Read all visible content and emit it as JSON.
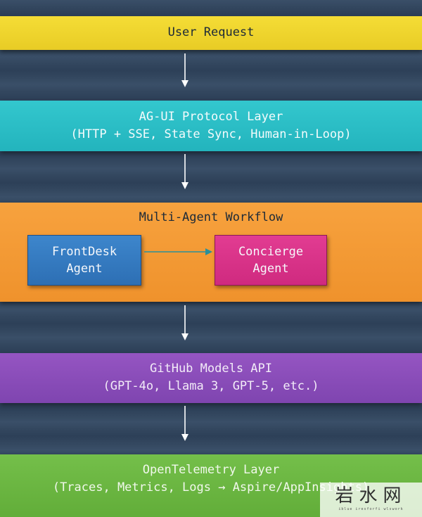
{
  "layers": {
    "user_request": {
      "title": "User Request"
    },
    "agui": {
      "title": "AG-UI Protocol Layer",
      "subtitle": "(HTTP + SSE, State Sync, Human-in-Loop)"
    },
    "workflow": {
      "title": "Multi-Agent Workflow",
      "agents": [
        {
          "line1": "FrontDesk",
          "line2": "Agent"
        },
        {
          "line1": "Concierge",
          "line2": "Agent"
        }
      ]
    },
    "github_models": {
      "title": "GitHub Models API",
      "subtitle": "(GPT-4o, Llama 3, GPT-5, etc.)"
    },
    "opentelemetry": {
      "title": "OpenTelemetry Layer",
      "subtitle": "(Traces, Metrics, Logs → Aspire/AppInsights)"
    }
  },
  "watermark": {
    "text": "岩水网",
    "subtext": "iblue  iresforfi  wlswork"
  },
  "colors": {
    "background": "#33475f",
    "user_request": "#f0d52e",
    "agui": "#2bbec6",
    "workflow": "#f39a35",
    "frontdesk": "#3479c0",
    "concierge": "#d93189",
    "github_models": "#8a4cba",
    "opentelemetry": "#6bb642",
    "arrow": "#ffffff"
  },
  "icons": {
    "connector": "arrow-down-icon",
    "agent_link": "arrow-right-icon"
  }
}
